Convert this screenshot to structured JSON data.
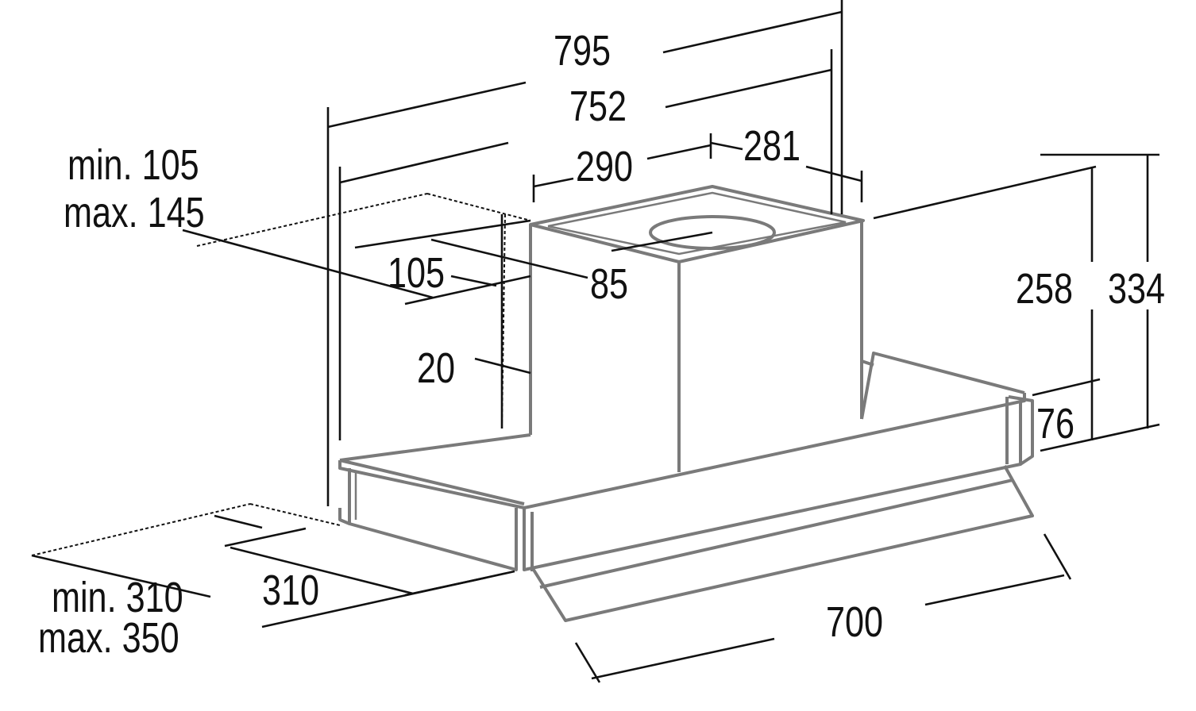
{
  "title": "Cooker hood dimension drawing",
  "dimensions": {
    "overall_width_outer": "795",
    "overall_width_inner": "752",
    "chimney_width": "290",
    "chimney_depth": "281",
    "top_gap_min": "min. 105",
    "top_gap_max": "max. 145",
    "outlet_offset": "105",
    "outlet_diameter": "85",
    "chimney_inset": "20",
    "height_inner": "258",
    "height_total": "334",
    "base_height": "76",
    "depth": "310",
    "depth_min": "min. 310",
    "depth_max": "max. 350",
    "front_width": "700"
  },
  "colors": {
    "lines": "#111111",
    "hood": "#7a7a7a"
  }
}
